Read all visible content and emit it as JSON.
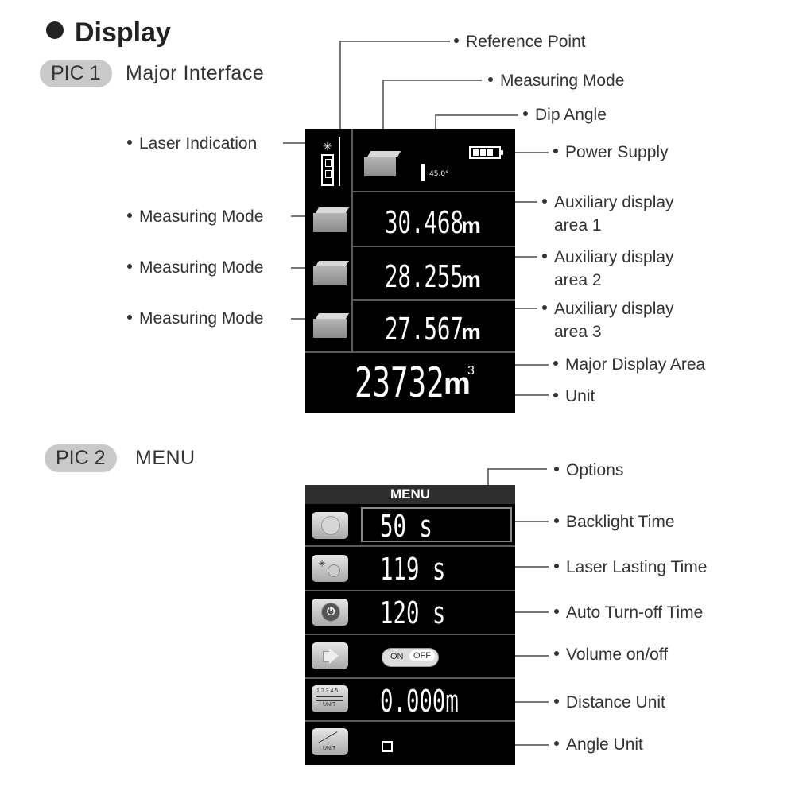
{
  "header": {
    "title": "Display"
  },
  "pic1": {
    "tag": "PIC 1",
    "subtitle": "Major Interface",
    "labels": {
      "reference_point": "Reference Point",
      "measuring_mode_top": "Measuring Mode",
      "dip_angle": "Dip Angle",
      "laser_indication": "Laser Indication",
      "power_supply": "Power Supply",
      "measuring_mode_1": "Measuring Mode",
      "measuring_mode_2": "Measuring Mode",
      "measuring_mode_3": "Measuring Mode",
      "aux1_line1": "Auxiliary display",
      "aux1_line2": "area 1",
      "aux2_line1": "Auxiliary display",
      "aux2_line2": "area 2",
      "aux3_line1": "Auxiliary display",
      "aux3_line2": "area 3",
      "major_display": "Major Display Area",
      "unit": "Unit"
    },
    "screen": {
      "dip_value": "45.0°",
      "aux1_value": "30.468",
      "aux2_value": "28.255",
      "aux3_value": "27.567",
      "aux_unit": "m",
      "major_value": "23732",
      "major_unit": "m",
      "major_exp": "3"
    }
  },
  "pic2": {
    "tag": "PIC 2",
    "subtitle": "MENU",
    "menu_title": "MENU",
    "rows": [
      {
        "value": "50 s",
        "label": "Backlight Time"
      },
      {
        "value": "119 s",
        "label": "Laser Lasting Time"
      },
      {
        "value": "120 s",
        "label": "Auto Turn-off Time"
      },
      {
        "value": "",
        "label": "Volume on/off"
      },
      {
        "value": "0.000m",
        "label": "Distance Unit"
      },
      {
        "value": "",
        "label": "Angle Unit"
      }
    ],
    "options_label": "Options",
    "toggle_on": "ON",
    "toggle_off": "OFF",
    "unit_icon_text": "UNIT",
    "ruler_digits": "1 2 3 4 5"
  }
}
